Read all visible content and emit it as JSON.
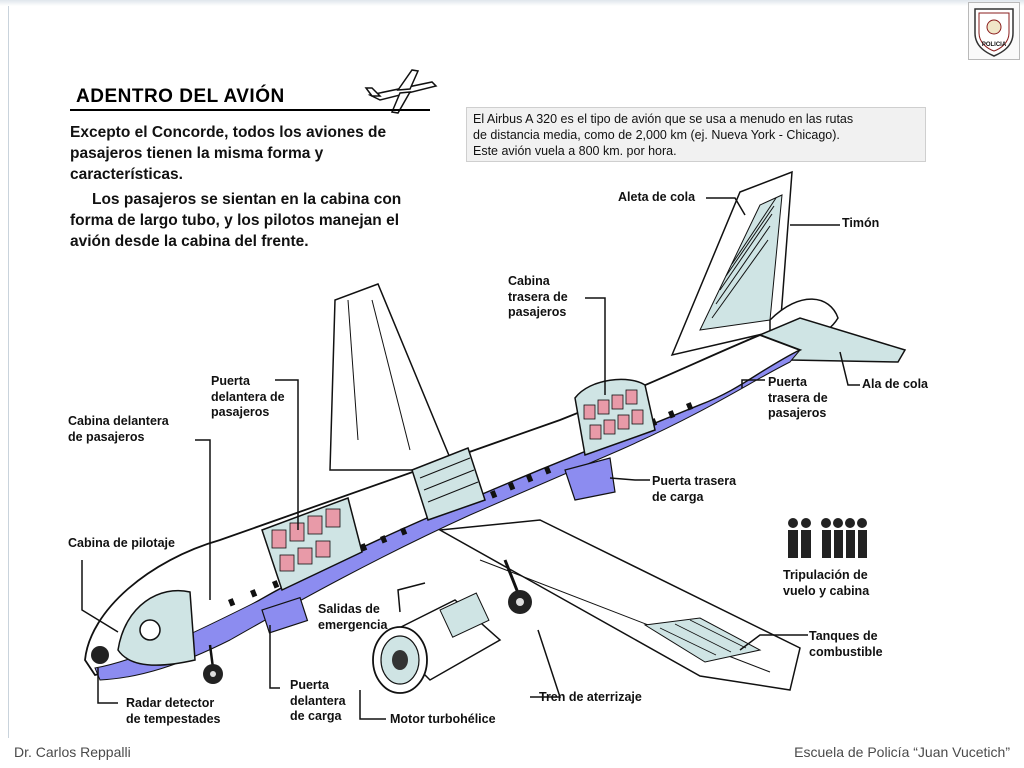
{
  "slide": {
    "title": "ADENTRO DEL AVIÓN",
    "intro_para1": "Excepto el Concorde, todos los aviones de pasajeros tienen la misma forma y características.",
    "intro_para2": "Los pasajeros se sientan en la cabina con forma de largo tubo, y  los pilotos manejan el avión desde la cabina del frente.",
    "info_line1": "El Airbus A 320 es el tipo de avión que se usa a menudo en las rutas",
    "info_line2": "de distancia media, como de 2,000 km  (ej. Nueva York - Chicago).",
    "info_line3": "Este avión vuela a 800 km. por hora."
  },
  "labels": {
    "aleta_de_cola": "Aleta de cola",
    "timon": "Timón",
    "cabina_trasera": "Cabina\ntrasera de\npasajeros",
    "ala_de_cola": "Ala de cola",
    "puerta_trasera_pasajeros": "Puerta\ntrasera de\npasajeros",
    "puerta_delantera_pasajeros": "Puerta\ndelantera de\npasajeros",
    "cabina_delantera": "Cabina delantera\nde pasajeros",
    "puerta_trasera_carga": "Puerta trasera\nde carga",
    "cabina_de_pilotaje": "Cabina de pilotaje",
    "tripulacion": "Tripulación de\nvuelo y cabina",
    "salidas_emergencia": "Salidas de\nemergencia",
    "tanques": "Tanques de\ncombustible",
    "tren": "Tren de aterrizaje",
    "radar": "Radar detector\nde tempestades",
    "puerta_delantera_carga": "Puerta\ndelantera\nde carga",
    "motor": "Motor turbohélice"
  },
  "footer": {
    "author": "Dr. Carlos Reppalli",
    "school": "Escuela de Policía “Juan Vucetich”"
  },
  "logo": {
    "text": "POLICIA",
    "icon": "police-shield-icon"
  },
  "colors": {
    "fuselage_belly": "#8c8cf0",
    "cabin_seats": "#e89aa8",
    "tail_fin": "#cfe4e4",
    "line": "#111111"
  }
}
